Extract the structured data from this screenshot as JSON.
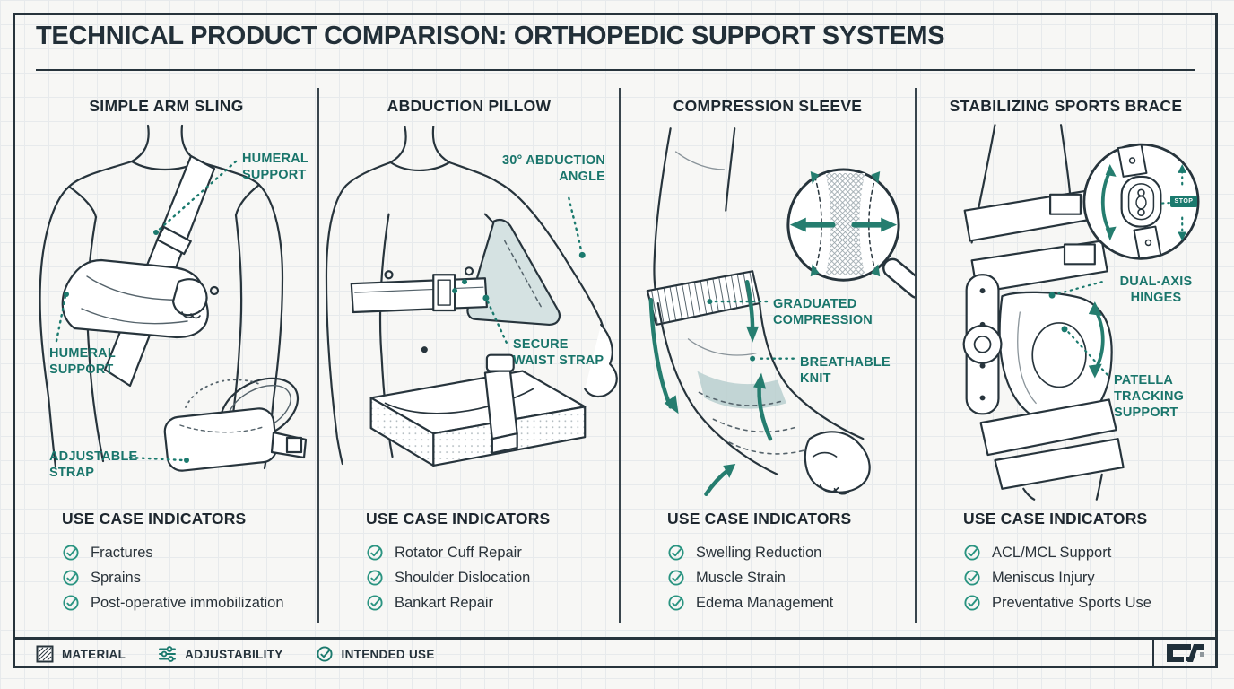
{
  "title": "TECHNICAL PRODUCT COMPARISON: ORTHOPEDIC SUPPORT SYSTEMS",
  "columns": [
    {
      "header": "SIMPLE ARM SLING",
      "callouts": [
        "HUMERAL SUPPORT",
        "HUMERAL SUPPORT",
        "ADJUSTABLE STRAP"
      ],
      "use_case_title": "USE CASE INDICATORS",
      "use_cases": [
        "Fractures",
        "Sprains",
        "Post-operative immobilization"
      ]
    },
    {
      "header": "ABDUCTION PILLOW",
      "callouts": [
        "30° ABDUCTION ANGLE",
        "SECURE WAIST STRAP"
      ],
      "use_case_title": "USE CASE INDICATORS",
      "use_cases": [
        "Rotator Cuff Repair",
        "Shoulder Dislocation",
        "Bankart Repair"
      ]
    },
    {
      "header": "COMPRESSION SLEEVE",
      "callouts": [
        "GRADUATED COMPRESSION",
        "BREATHABLE KNIT"
      ],
      "use_case_title": "USE CASE INDICATORS",
      "use_cases": [
        "Swelling Reduction",
        "Muscle Strain",
        "Edema Management"
      ]
    },
    {
      "header": "STABILIZING SPORTS BRACE",
      "callouts": [
        "DUAL-AXIS HINGES",
        "PATELLA TRACKING SUPPORT"
      ],
      "inset_label": "STOP",
      "use_case_title": "USE CASE INDICATORS",
      "use_cases": [
        "ACL/MCL Support",
        "Meniscus Injury",
        "Preventative Sports Use"
      ]
    }
  ],
  "footer": {
    "legend": [
      {
        "icon": "material-swatch-icon",
        "label": "MATERIAL"
      },
      {
        "icon": "adjustability-sliders-icon",
        "label": "ADJUSTABILITY"
      },
      {
        "icon": "intended-use-check-icon",
        "label": "INTENDED USE"
      }
    ]
  },
  "colors": {
    "ink": "#25323b",
    "accent_teal": "#1b7a6e",
    "check_teal": "#2a9481",
    "paper": "#f7f7f5",
    "wedge_fill": "#d5e2e2",
    "band_fill": "#b9cfcf"
  }
}
